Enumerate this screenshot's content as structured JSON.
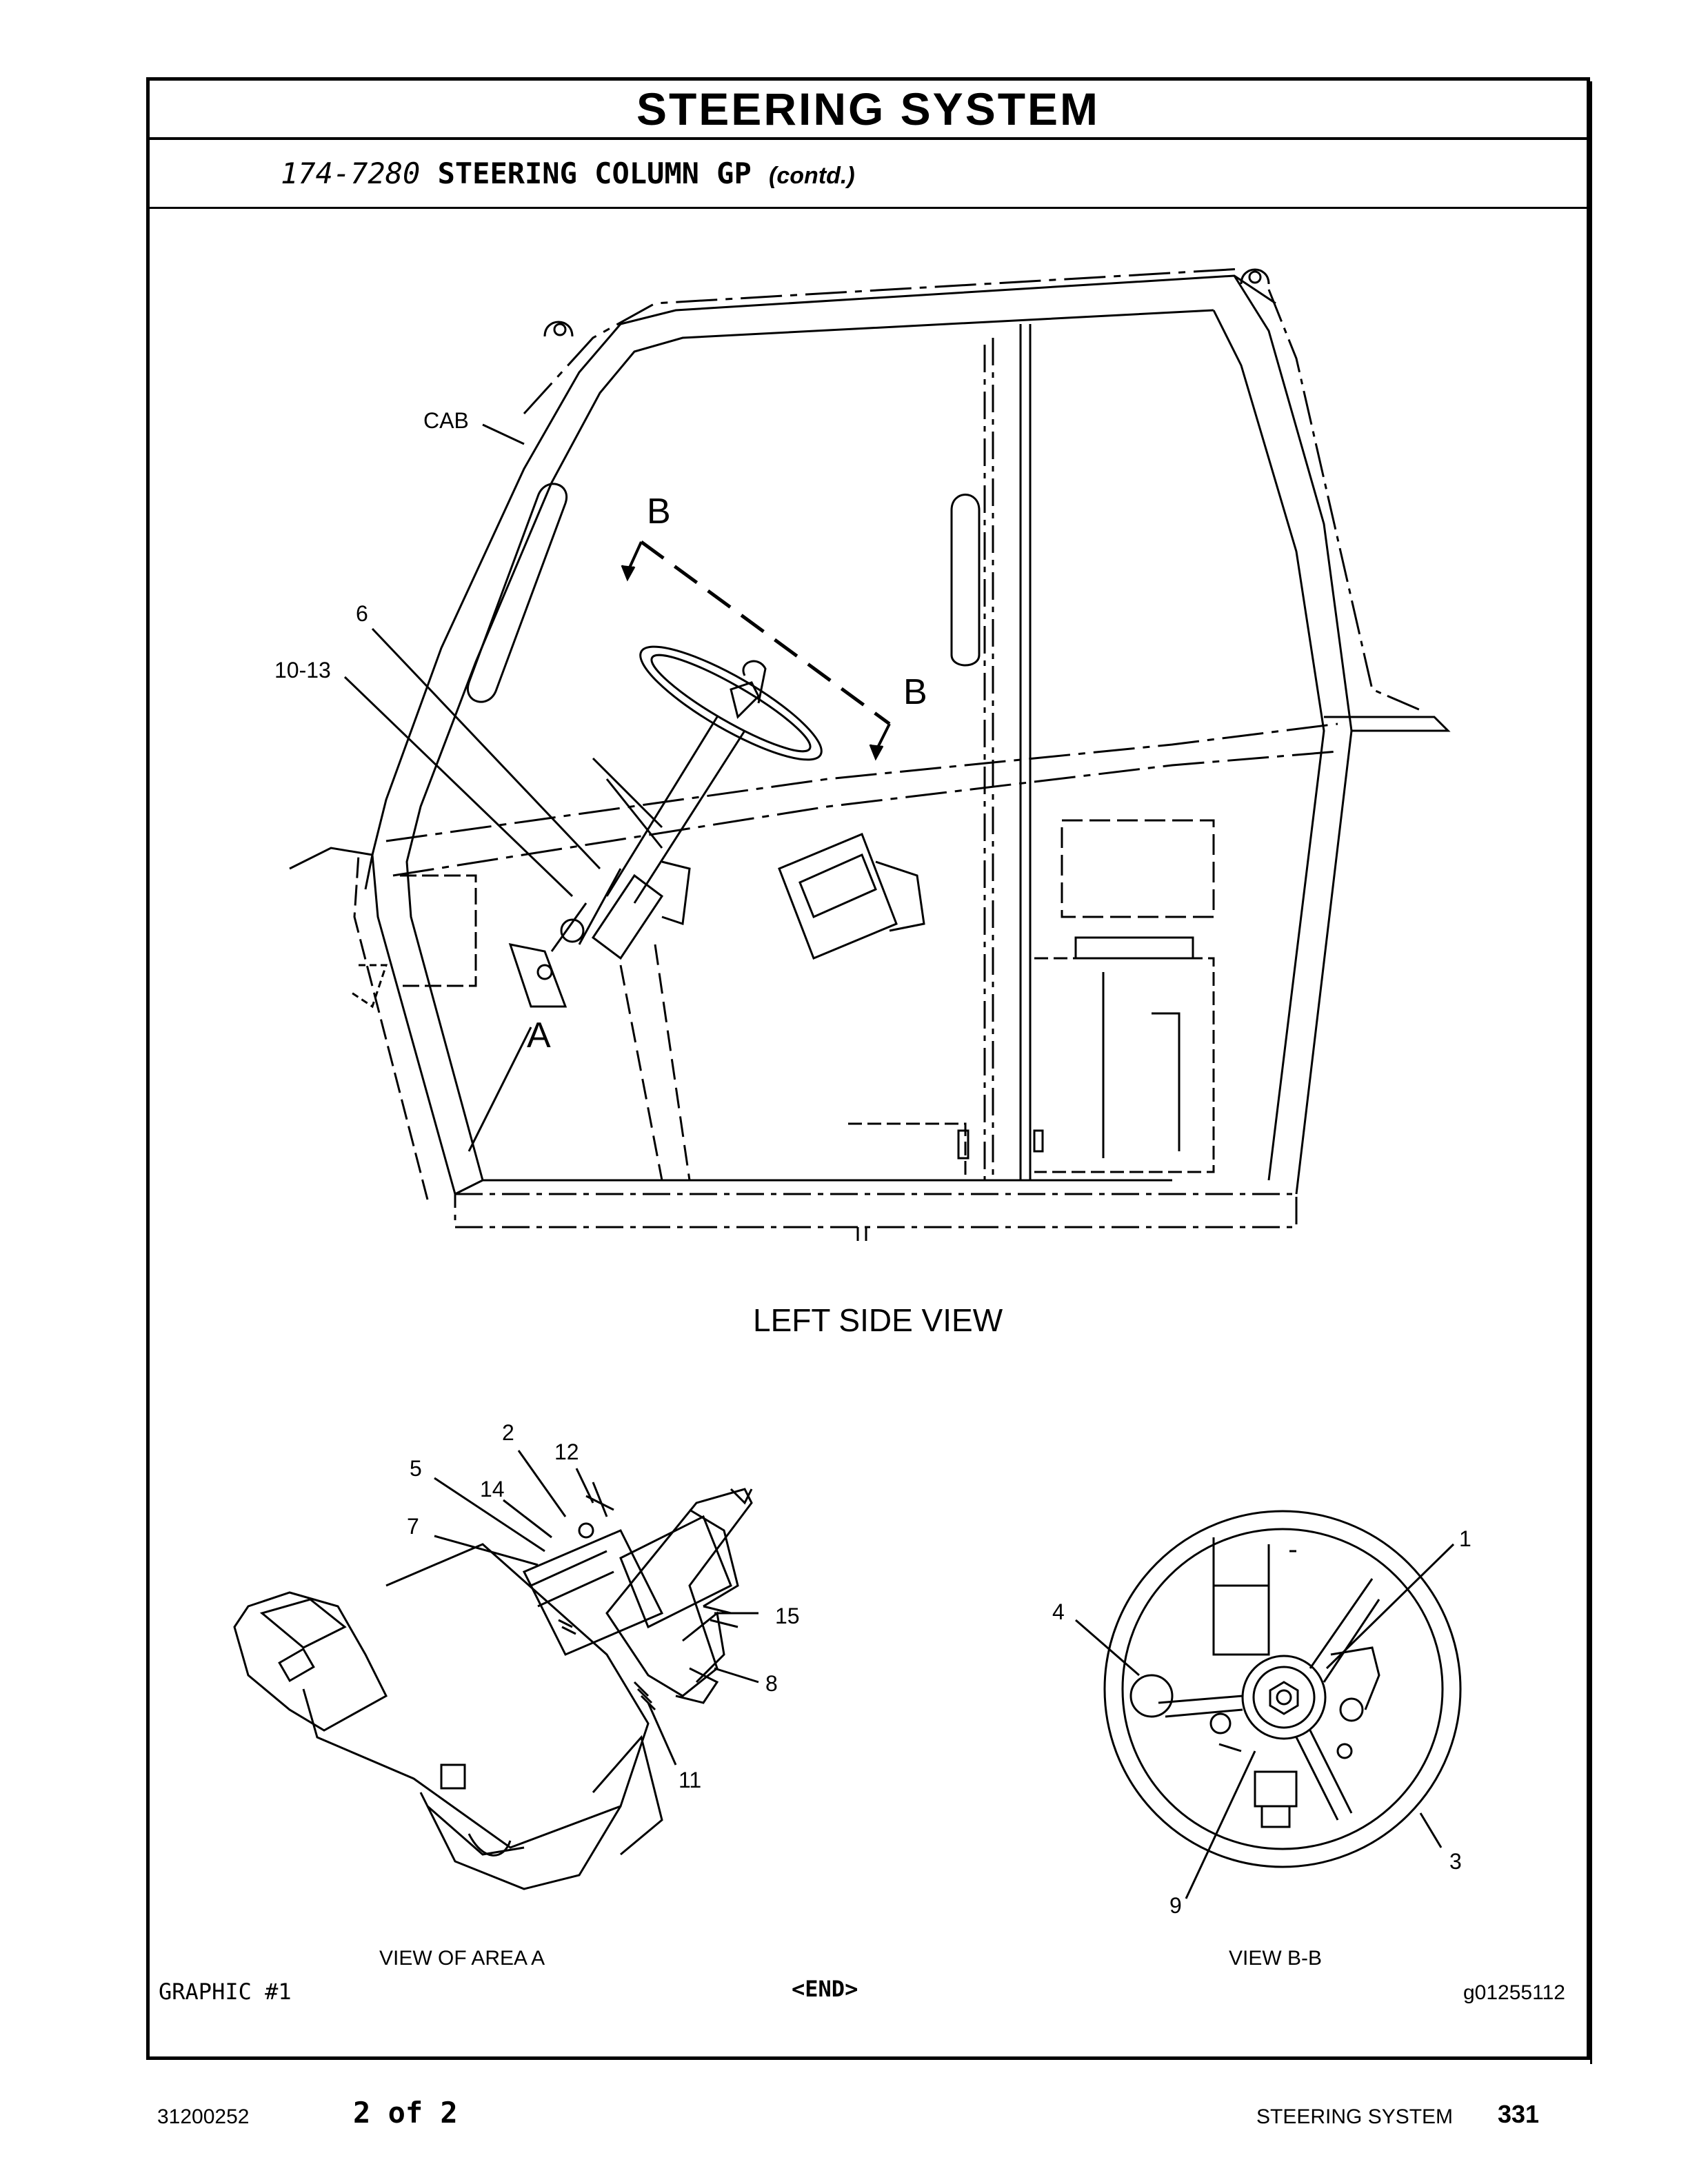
{
  "header": {
    "title": "STEERING SYSTEM",
    "part_number": "174-7280",
    "part_name": "STEERING COLUMN GP",
    "contd": "(contd.)"
  },
  "figure": {
    "main_view_caption": "LEFT SIDE VIEW",
    "area_a_caption": "VIEW OF AREA A",
    "bb_caption": "VIEW B-B",
    "callouts_main": {
      "cab": "CAB",
      "b_upper": "B",
      "b_lower": "B",
      "six": "6",
      "ten_thirteen": "10-13",
      "a": "A"
    },
    "callouts_area_a": {
      "two": "2",
      "twelve": "12",
      "five": "5",
      "fourteen": "14",
      "seven": "7",
      "fifteen": "15",
      "eight": "8",
      "eleven": "11"
    },
    "callouts_bb": {
      "one": "1",
      "four": "4",
      "three": "3",
      "nine": "9"
    },
    "graphic_label": "GRAPHIC #1",
    "end_marker": "<END>",
    "graphic_id": "g01255112"
  },
  "footer": {
    "doc_number": "31200252",
    "page_of": "2 of 2",
    "section": "STEERING SYSTEM",
    "page_number": "331"
  }
}
